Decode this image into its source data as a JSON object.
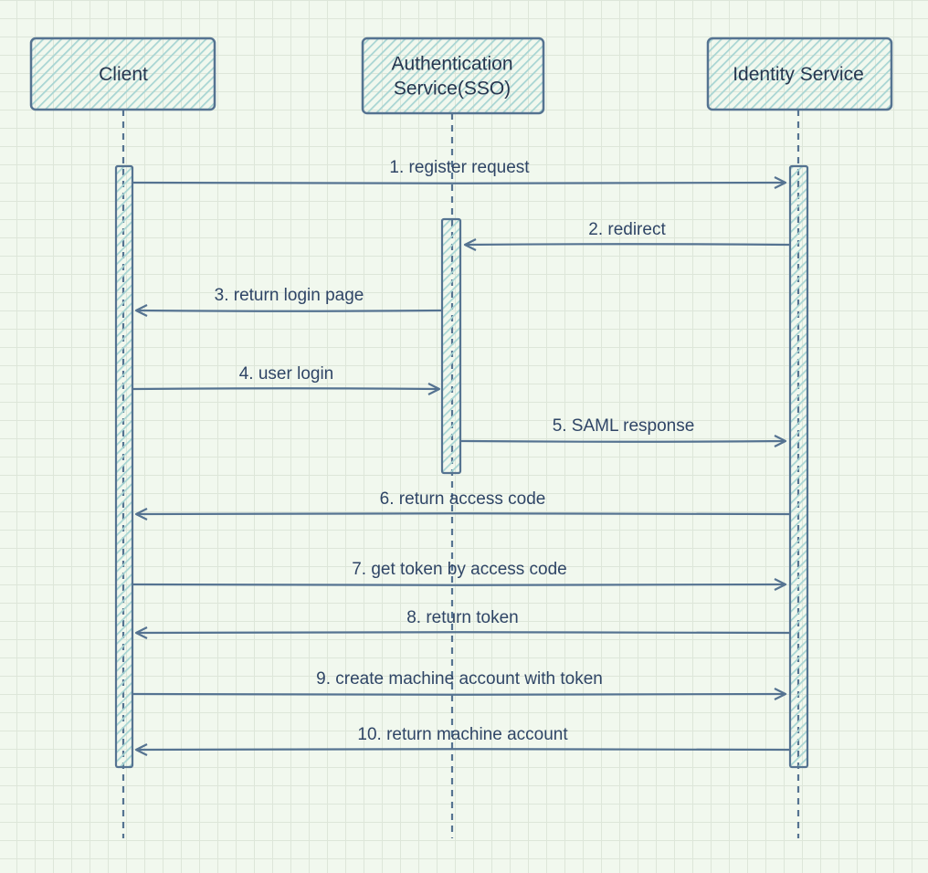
{
  "colors": {
    "stroke": "#557391",
    "hatch": "#a8d5d3",
    "text": "#2f4566",
    "background": "#f1f8ee",
    "grid": "#dde6d9"
  },
  "participants": [
    {
      "id": "client",
      "lines": [
        "Client"
      ]
    },
    {
      "id": "sso",
      "lines": [
        "Authentication",
        "Service(SSO)"
      ]
    },
    {
      "id": "identity",
      "lines": [
        "Identity Service"
      ]
    }
  ],
  "messages": [
    {
      "from": "client",
      "to": "identity",
      "label": "1. register request"
    },
    {
      "from": "identity",
      "to": "sso",
      "label": "2. redirect"
    },
    {
      "from": "sso",
      "to": "client",
      "label": "3. return login page"
    },
    {
      "from": "client",
      "to": "sso",
      "label": "4. user login"
    },
    {
      "from": "sso",
      "to": "identity",
      "label": "5. SAML response"
    },
    {
      "from": "identity",
      "to": "client",
      "label": "6. return access code"
    },
    {
      "from": "client",
      "to": "identity",
      "label": "7. get token by access code"
    },
    {
      "from": "identity",
      "to": "client",
      "label": "8. return token"
    },
    {
      "from": "client",
      "to": "identity",
      "label": "9. create machine account with token"
    },
    {
      "from": "identity",
      "to": "client",
      "label": "10. return machine account"
    }
  ]
}
